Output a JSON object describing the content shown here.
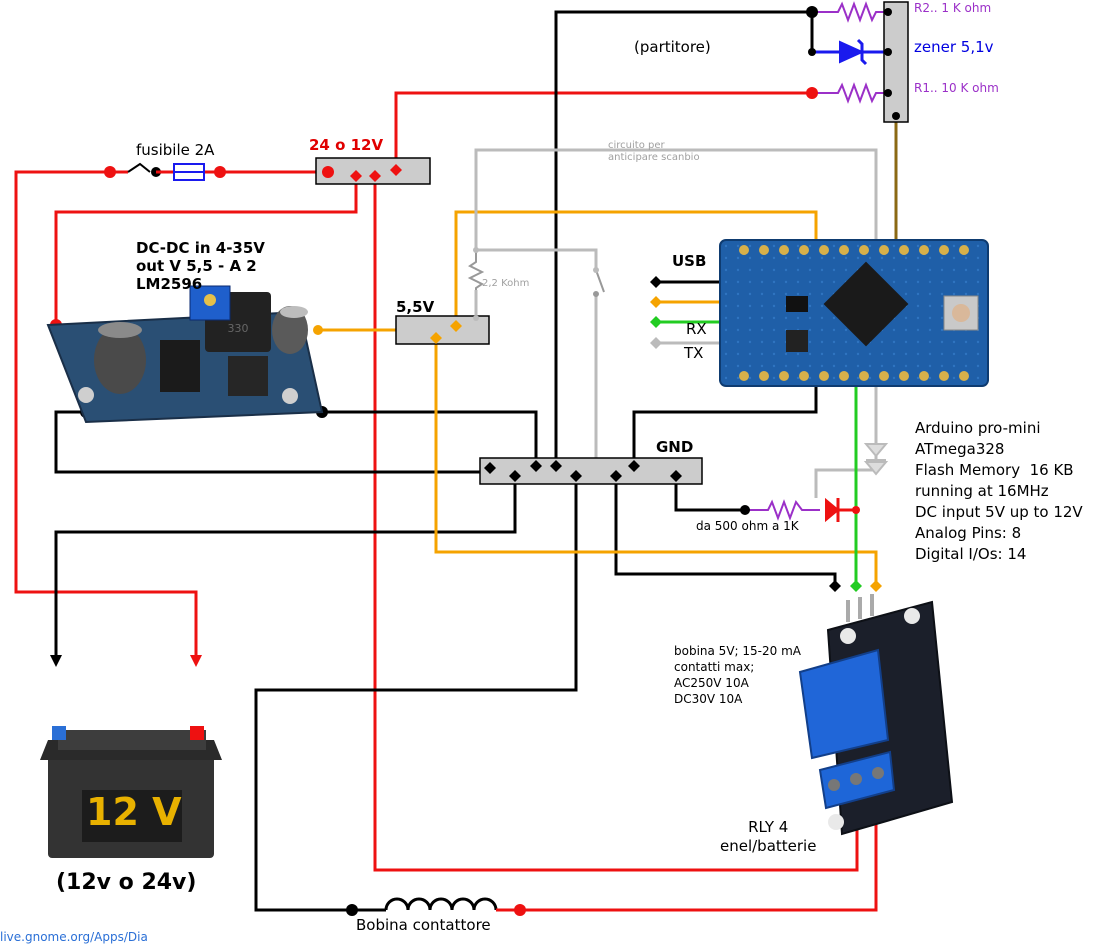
{
  "labels": {
    "fuse": "fusibile 2A",
    "input_voltage": "24 o 12V",
    "partitore": "(partitore)",
    "r2": "R2.. 1 K ohm",
    "zener": "zener 5,1v",
    "r1": "R1.. 10 K ohm",
    "circuit_note": "circuito per\nanticipare scanbio",
    "dcdc": "DC-DC in 4-35V\nout V 5,5 - A 2\nLM2596",
    "rail_55": "5,5V",
    "r22": "2,2 Kohm",
    "usb": "USB",
    "rx": "RX",
    "tx": "TX",
    "gnd": "GND",
    "arduino_specs": "Arduino pro-mini\nATmega328\nFlash Memory  16 KB\nrunning at 16MHz\nDC input 5V up to 12V\nAnalog Pins: 8\nDigital I/Os: 14",
    "led_resistor": "da 500 ohm a 1K",
    "relay_specs": "bobina 5V; 15-20 mA\ncontatti max;\nAC250V 10A\nDC30V 10A",
    "rly": "RLY 4\nenel/batterie",
    "battery_text": "12 V",
    "battery_caption": "(12v o 24v)",
    "coil": "Bobina contattore",
    "credit": "live.gnome.org/Apps/Dia"
  },
  "colors": {
    "power": "#ee1111",
    "ground": "#000000",
    "five_volt": "#f5a300",
    "signal_green": "#22cc22",
    "signal_gray": "#bbbbbb",
    "divider_brown": "#8b6914",
    "zener_blue": "#1a1aee",
    "resistor_purple": "#9b30c8"
  }
}
